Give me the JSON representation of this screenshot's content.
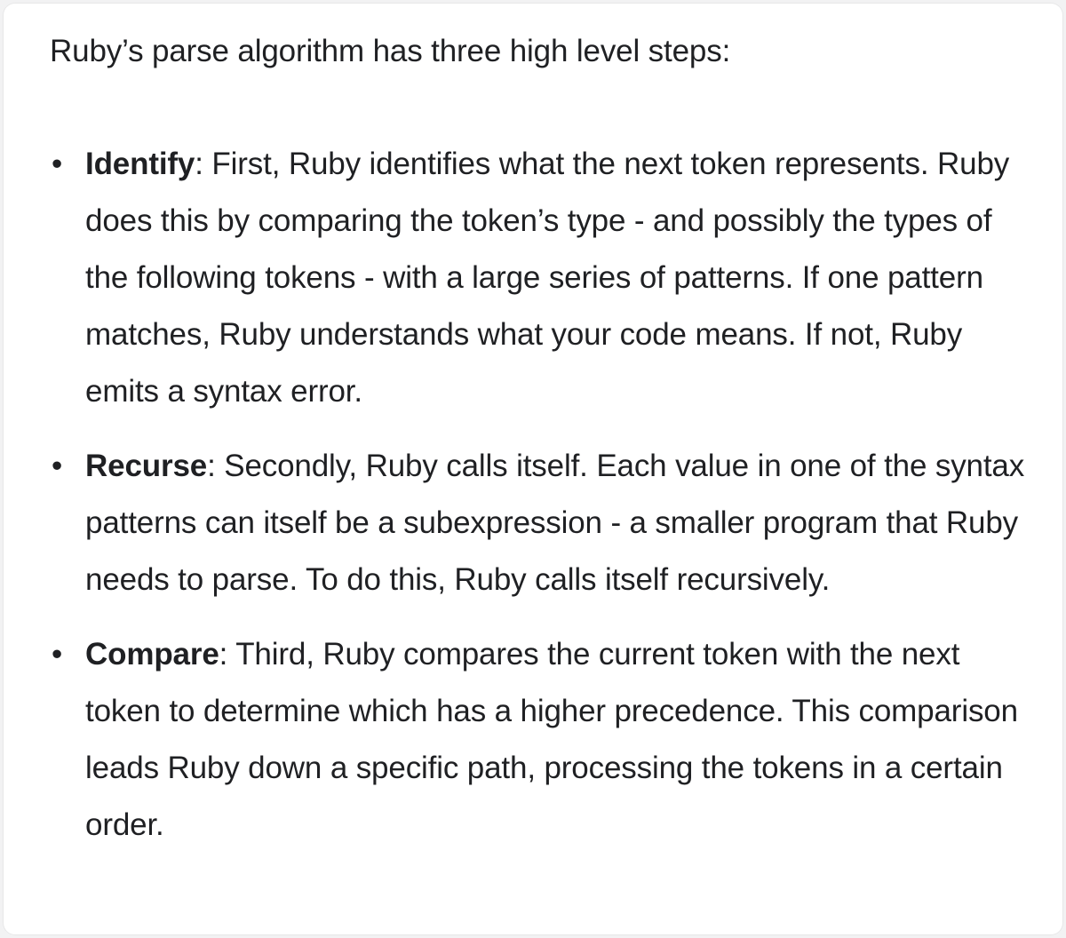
{
  "document": {
    "intro": "Ruby’s parse algorithm has three high level steps:",
    "bullet_marker": "•",
    "steps": [
      {
        "label": "Identify",
        "separator": ": ",
        "body": "First, Ruby identifies what the next token represents. Ruby does this by comparing the token’s type - and possibly the types of the following tokens - with a large series of patterns. If one pattern matches, Ruby understands what your code means. If not, Ruby emits a syntax error."
      },
      {
        "label": "Recurse",
        "separator": ": ",
        "body": "Secondly, Ruby calls itself. Each value in one of the syntax patterns can itself be a subexpression - a smaller program that Ruby needs to parse. To do this, Ruby calls itself recursively."
      },
      {
        "label": "Compare",
        "separator": ": ",
        "body": "Third, Ruby compares the current token with the next token to determine which has a higher precedence. This comparison leads Ruby down a specific path, processing the tokens in a certain order."
      }
    ]
  },
  "colors": {
    "text": "#1f2023",
    "card_background": "#ffffff",
    "page_background": "#f2f2f3"
  }
}
